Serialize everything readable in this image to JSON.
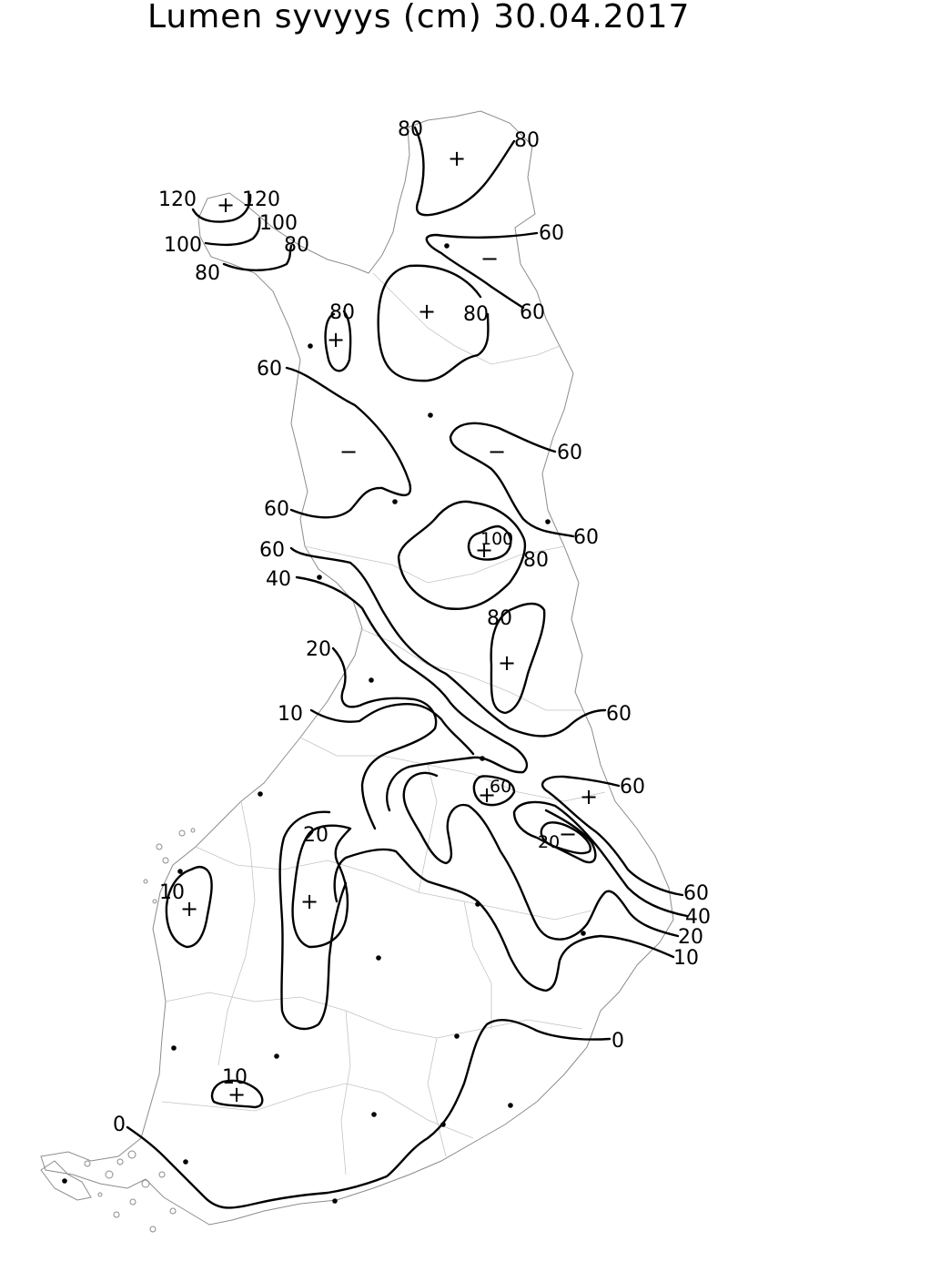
{
  "title": "Lumen syvyys (cm) 30.04.2017",
  "contour_labels": {
    "l80_north_a": "80",
    "l80_north_b": "80",
    "l120_a": "120",
    "l120_b": "120",
    "l100_a": "100",
    "l100_b": "100",
    "l80_nw_a": "80",
    "l80_nw_b": "80",
    "l60_ne": "60",
    "l60_ne_b": "60",
    "l80_center": "80",
    "l80_west_small": "80",
    "l60_west_a": "60",
    "l60_east_a": "60",
    "l60_west_b": "60",
    "l60_east_b": "60",
    "l100_mid": "100",
    "l80_mid": "80",
    "l60_west_c": "60",
    "l40_west": "40",
    "l80_east_mid": "80",
    "l20_west": "20",
    "l10_west": "10",
    "l60_east_c": "60",
    "l60_small": "60",
    "l60_east_d": "60",
    "l20_small": "20",
    "l20_lake": "20",
    "l10_coast": "10",
    "l60_se": "60",
    "l40_se": "40",
    "l20_se": "20",
    "l10_se": "10",
    "l0_east": "0",
    "l10_south": "10",
    "l0_west": "0"
  },
  "markers": {
    "plus": "+",
    "minus": "−"
  }
}
